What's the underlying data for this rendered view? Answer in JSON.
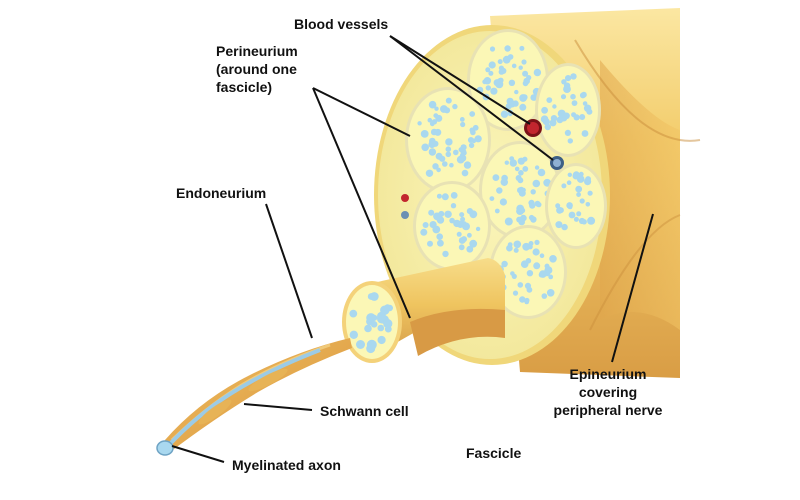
{
  "labels": {
    "blood_vessels": "Blood vessels",
    "perineurium_line1": "Perineurium",
    "perineurium_line2": "(around one",
    "perineurium_line3": "fascicle)",
    "endoneurium": "Endoneurium",
    "schwann_cell": "Schwann cell",
    "myelinated_axon": "Myelinated axon",
    "fascicle": "Fascicle",
    "epineurium_line1": "Epineurium",
    "epineurium_line2": "covering",
    "epineurium_line3": "peripheral nerve"
  },
  "colors": {
    "epineurium": "#f2c660",
    "epineurium_shadow": "#d9a04a",
    "cross_section": "#f7f0a8",
    "fascicle_fill": "#fbf7b6",
    "perineurium_ring": "#e8e2b4",
    "axon": "#a9d8ef",
    "artery": "#c2262e",
    "vein": "#6b8fb3"
  }
}
